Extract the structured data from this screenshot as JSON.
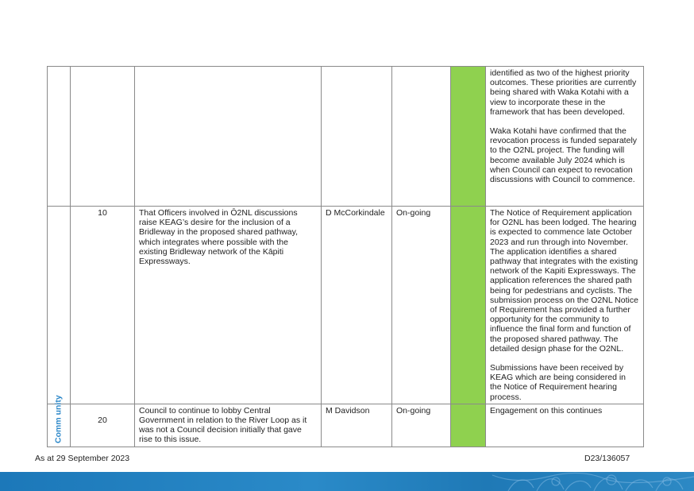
{
  "table": {
    "rows": [
      {
        "category": "",
        "number": "",
        "action": "",
        "owner": "",
        "timeframe": "",
        "status_color": "#8fd14f",
        "update": [
          "identified as two of the highest priority outcomes. These priorities are currently being shared with Waka Kotahi with a view to incorporate these in the framework that has been developed.",
          "Waka Kotahi have confirmed that the revocation process is funded separately to the O2NL project. The funding will become available July 2024 which is when Council can expect to revocation discussions with Council to commence."
        ]
      },
      {
        "category": "",
        "number": "10",
        "action": "That Officers involved in Ō2NL discussions raise KEAG’s desire for the inclusion of a Bridleway in the proposed shared pathway, which integrates where possible with the existing Bridleway network of the Kāpiti Expressways.",
        "owner": "D McCorkindale",
        "timeframe": "On-going",
        "status_color": "#8fd14f",
        "update": [
          "The Notice of Requirement application for O2NL has been lodged.  The hearing is expected to commence late October 2023 and run through into November. The application identifies a shared pathway that integrates with the existing network of the Kapiti Expressways.  The application references the shared path being for pedestrians and cyclists.  The submission process on the O2NL Notice of Requirement has provided a further opportunity for the community to influence the final form and function of the proposed shared pathway.  The detailed design phase for the O2NL.",
          "Submissions have been received by KEAG which are being considered in the Notice of Requirement hearing process."
        ]
      },
      {
        "category": "Comm unity",
        "number": "20",
        "action": "Council to continue to lobby Central Government in relation to the River Loop as it was not a Council decision initially that gave rise to this issue.",
        "owner": "M Davidson",
        "timeframe": "On-going",
        "status_color": "#8fd14f",
        "update": [
          "Engagement on this continues"
        ]
      }
    ]
  },
  "footer": {
    "date": "As at 29 September 2023",
    "doc_ref": "D23/136057"
  },
  "colors": {
    "status_green": "#8fd14f",
    "category_blue": "#2d88c9",
    "footer_band": "#1c78b9"
  }
}
